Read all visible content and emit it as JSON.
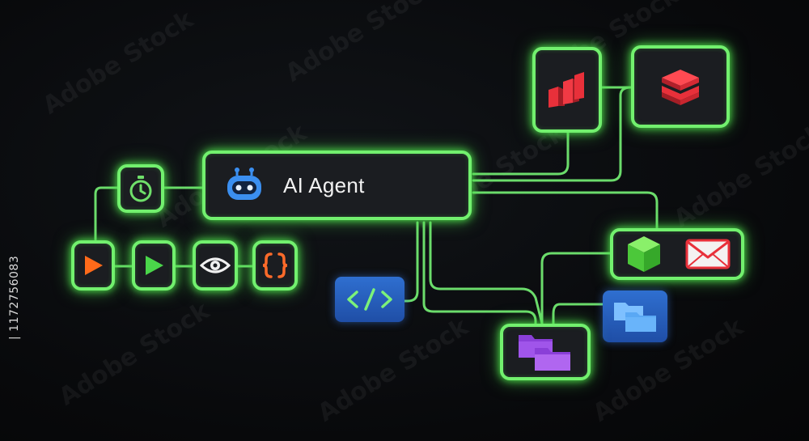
{
  "agent": {
    "label": "AI Agent"
  },
  "stock_id": "| 1172756083",
  "watermark": "Adobe Stock",
  "icons": {
    "timer": "timer-icon",
    "robot": "robot-icon",
    "play_orange": "play-orange-icon",
    "play_green": "play-green-icon",
    "eye": "eye-icon",
    "braces": "curly-braces-icon",
    "code": "code-icon",
    "bars_red": "bars-chart-icon",
    "layers_red": "layers-stack-icon",
    "cube_green": "cube-icon",
    "mail_red": "envelope-icon",
    "folders_purple": "folders-icon",
    "folders_blue": "folders-blue-icon"
  },
  "colors": {
    "accent_green": "#72f06e",
    "node_bg": "#1b1d21",
    "play_orange": "#ff6a1a",
    "play_green": "#4ad64a",
    "braces": "#ff6a2a",
    "robot_blue": "#3b8ff0",
    "code_blue": "#2f6fd0",
    "red": "#e8303a",
    "purple": "#9a4ee0"
  }
}
